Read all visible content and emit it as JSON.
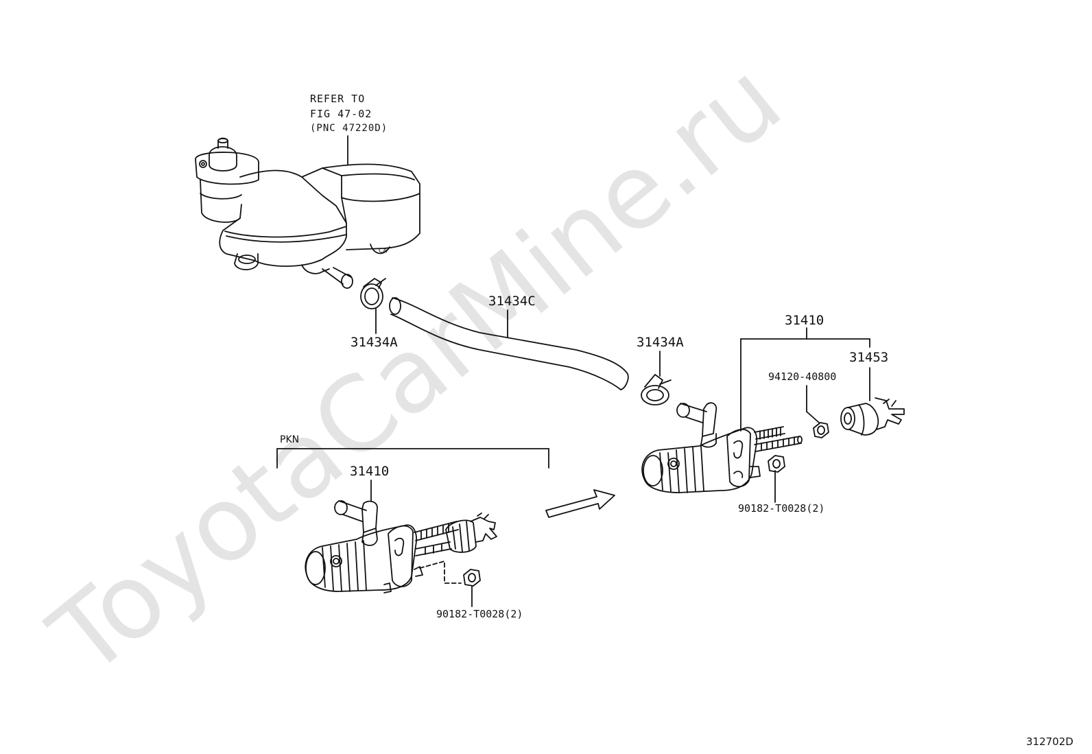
{
  "labels": {
    "refer_line1": "REFER TO",
    "refer_line2": "FIG 47-02",
    "refer_line3": "(PNC 47220D)",
    "hose": "31434C",
    "clip_left": "31434A",
    "clip_right": "31434A",
    "pkn": "PKN",
    "cylinder_left": "31410",
    "nut_left": "90182-T0028(2)",
    "cylinder_right": "31410",
    "nut_mid": "94120-40800",
    "clevis": "31453",
    "nut_right": "90182-T0028(2)",
    "diagram_id": "312702D"
  },
  "watermark": {
    "text": "ToyotaCarMine.ru",
    "color": "#e6e6e6"
  },
  "colors": {
    "line": "#111111",
    "background": "#ffffff"
  }
}
